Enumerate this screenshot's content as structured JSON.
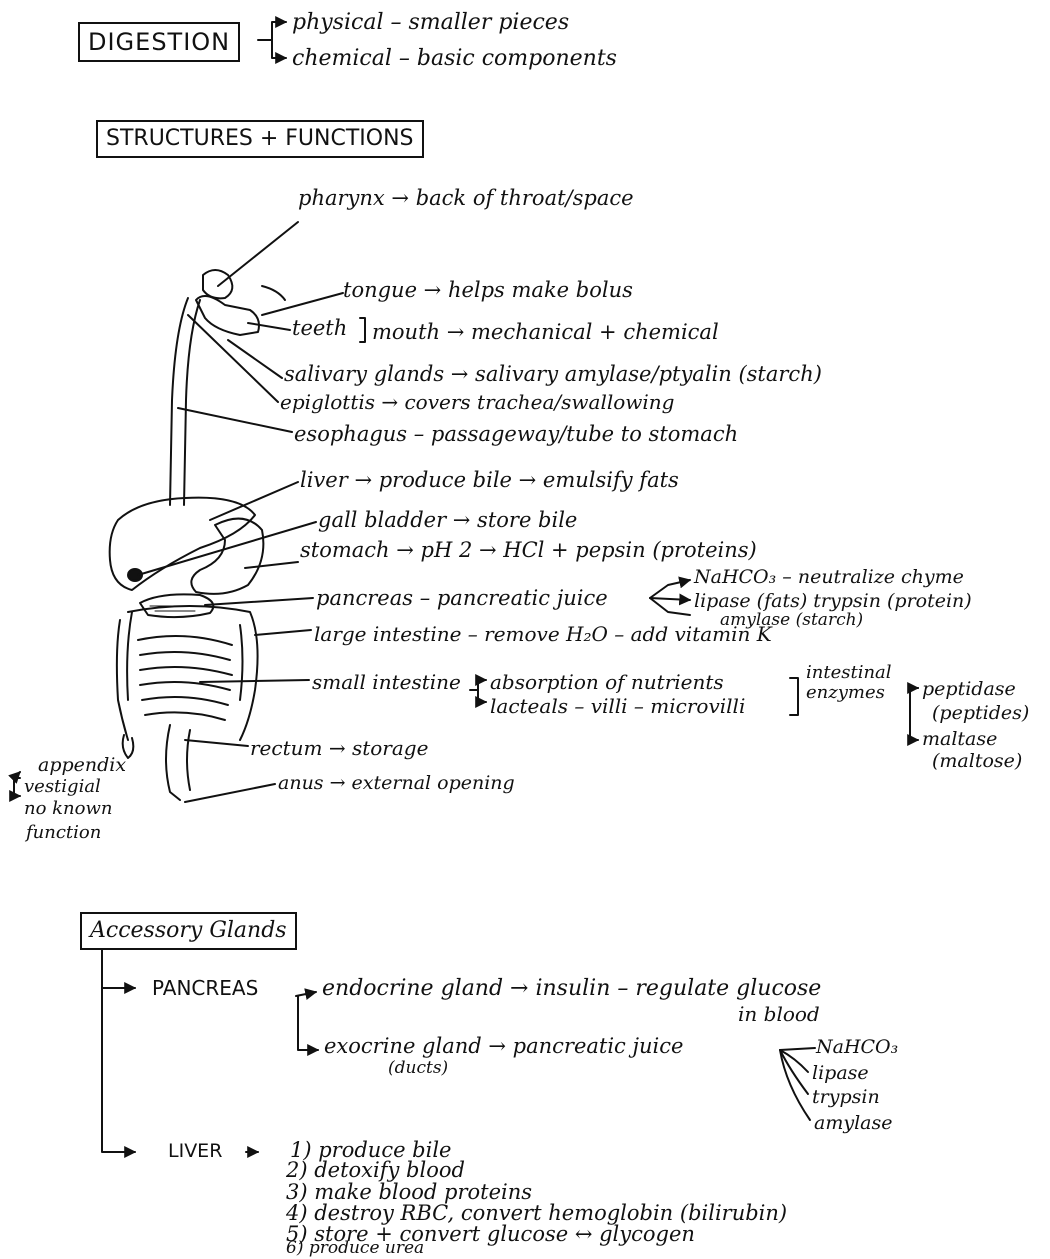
{
  "header": {
    "digestion": "DIGESTION",
    "physical": "physical – smaller pieces",
    "chemical": "chemical – basic components"
  },
  "structures": {
    "title": "STRUCTURES + FUNCTIONS",
    "pharynx": "pharynx → back of throat/space",
    "tongue": "tongue → helps make bolus",
    "teeth": "teeth",
    "mouth": "mouth → mechanical + chemical",
    "salivary": "salivary glands → salivary amylase/ptyalin (starch)",
    "epiglottis": "epiglottis → covers trachea/swallowing",
    "esophagus": "esophagus – passageway/tube to stomach",
    "liver": "liver → produce bile → emulsify fats",
    "gall_bladder": "gall bladder → store bile",
    "stomach": "stomach → pH 2 → HCl + pepsin (proteins)",
    "pancreas": "pancreas – pancreatic juice",
    "nahco3": "NaHCO₃ – neutralize chyme",
    "lipase": "lipase (fats) trypsin (protein)",
    "amylase": "amylase (starch)",
    "large_intestine": "large intestine – remove H₂O – add vitamin K",
    "small_intestine": "small intestine",
    "absorption": "absorption of nutrients",
    "lacteals": "lacteals – villi – microvilli",
    "intestinal": "intestinal",
    "enzymes": "enzymes",
    "peptidase": "peptidase",
    "peptides": "(peptides)",
    "maltase": "maltase",
    "maltose": "(maltose)",
    "rectum": "rectum → storage",
    "anus": "anus → external opening",
    "appendix": "appendix",
    "vestigial": "vestigial",
    "no_known": "no known",
    "function": "function"
  },
  "accessory": {
    "title": "Accessory Glands",
    "pancreas": "PANCREAS",
    "endocrine": "endocrine gland → insulin – regulate glucose",
    "in_blood": "in blood",
    "exocrine": "exocrine gland → pancreatic juice",
    "ducts": "(ducts)",
    "juice_items": [
      "NaHCO₃",
      "lipase",
      "trypsin",
      "amylase"
    ],
    "liver": "LIVER",
    "liver_items": [
      "1) produce bile",
      "2) detoxify blood",
      "3) make blood proteins",
      "4) destroy RBC, convert hemoglobin (bilirubin)",
      "5) store + convert glucose ↔ glycogen",
      "6) produce urea"
    ]
  }
}
